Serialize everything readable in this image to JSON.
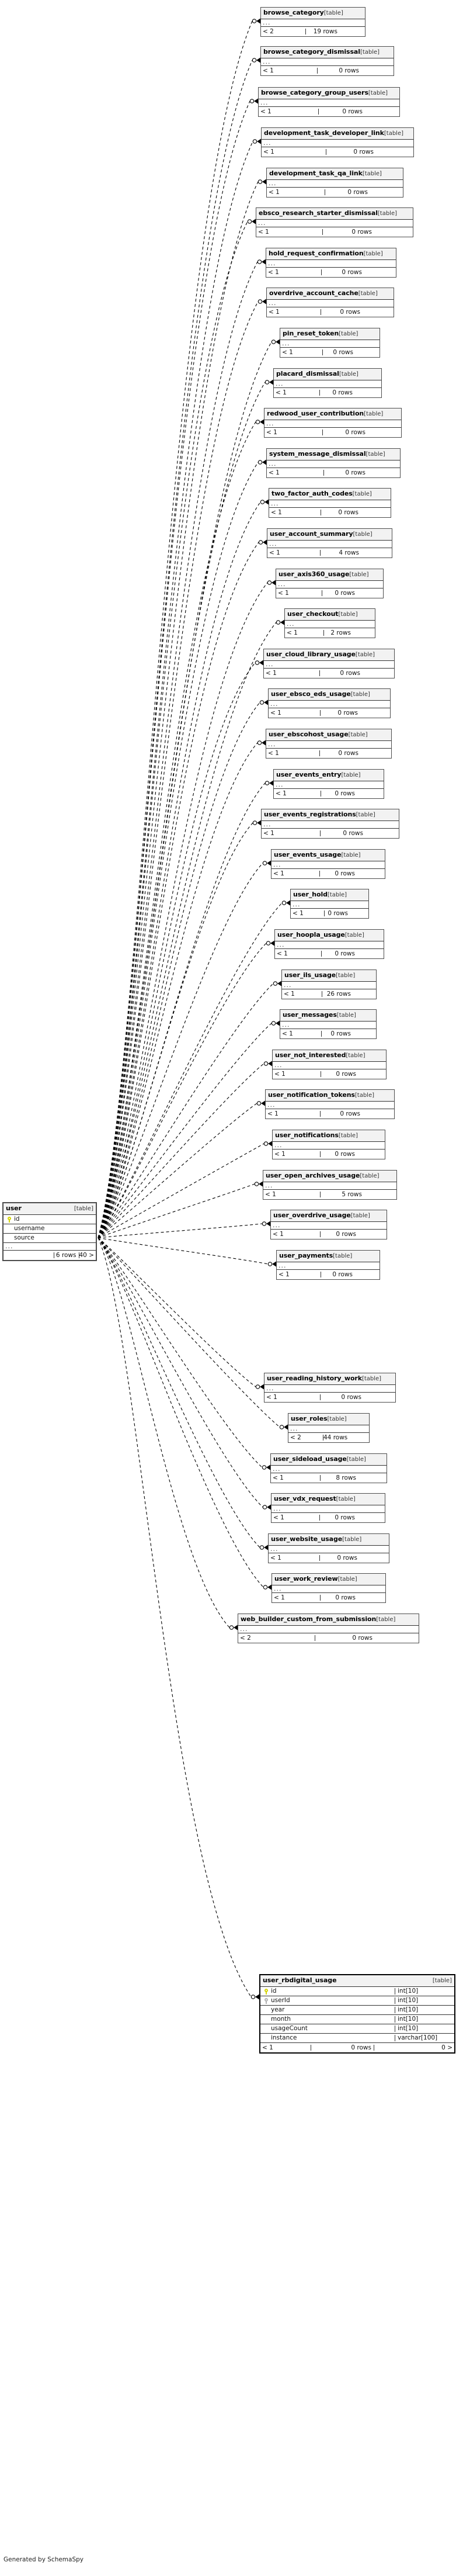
{
  "diagram": {
    "title": "user",
    "generator_note": "Generated by SchemaSpy",
    "type_label": "[table]",
    "ellipsis": "...",
    "rows_suffix": "rows"
  },
  "main_table": {
    "name": "user",
    "type": "[table]",
    "columns": [
      {
        "name": "id",
        "key": "pk"
      },
      {
        "name": "username",
        "key": "none"
      },
      {
        "name": "source",
        "key": "none"
      }
    ],
    "ellipsis": "...",
    "footer": {
      "left": "",
      "middle": "6 rows",
      "right": "40 >"
    }
  },
  "related_tables": [
    {
      "name": "browse_category",
      "type": "[table]",
      "ellipsis": "...",
      "footer": {
        "left": "< 2",
        "middle": "19 rows",
        "right": ""
      }
    },
    {
      "name": "browse_category_dismissal",
      "type": "[table]",
      "ellipsis": "...",
      "footer": {
        "left": "< 1",
        "middle": "0 rows",
        "right": ""
      }
    },
    {
      "name": "browse_category_group_users",
      "type": "[table]",
      "ellipsis": "...",
      "footer": {
        "left": "< 1",
        "middle": "0 rows",
        "right": ""
      }
    },
    {
      "name": "development_task_developer_link",
      "type": "[table]",
      "ellipsis": "...",
      "footer": {
        "left": "< 1",
        "middle": "0 rows",
        "right": ""
      }
    },
    {
      "name": "development_task_qa_link",
      "type": "[table]",
      "ellipsis": "...",
      "footer": {
        "left": "< 1",
        "middle": "0 rows",
        "right": ""
      }
    },
    {
      "name": "ebsco_research_starter_dismissal",
      "type": "[table]",
      "ellipsis": "...",
      "footer": {
        "left": "< 1",
        "middle": "0 rows",
        "right": ""
      }
    },
    {
      "name": "hold_request_confirmation",
      "type": "[table]",
      "ellipsis": "...",
      "footer": {
        "left": "< 1",
        "middle": "0 rows",
        "right": ""
      }
    },
    {
      "name": "overdrive_account_cache",
      "type": "[table]",
      "ellipsis": "...",
      "footer": {
        "left": "< 1",
        "middle": "0 rows",
        "right": ""
      }
    },
    {
      "name": "pin_reset_token",
      "type": "[table]",
      "ellipsis": "...",
      "footer": {
        "left": "< 1",
        "middle": "0 rows",
        "right": ""
      }
    },
    {
      "name": "placard_dismissal",
      "type": "[table]",
      "ellipsis": "...",
      "footer": {
        "left": "< 1",
        "middle": "0 rows",
        "right": ""
      }
    },
    {
      "name": "redwood_user_contribution",
      "type": "[table]",
      "ellipsis": "...",
      "footer": {
        "left": "< 1",
        "middle": "0 rows",
        "right": ""
      }
    },
    {
      "name": "system_message_dismissal",
      "type": "[table]",
      "ellipsis": "...",
      "footer": {
        "left": "< 1",
        "middle": "0 rows",
        "right": ""
      }
    },
    {
      "name": "two_factor_auth_codes",
      "type": "[table]",
      "ellipsis": "...",
      "footer": {
        "left": "< 1",
        "middle": "0 rows",
        "right": ""
      }
    },
    {
      "name": "user_account_summary",
      "type": "[table]",
      "ellipsis": "...",
      "footer": {
        "left": "< 1",
        "middle": "4 rows",
        "right": ""
      }
    },
    {
      "name": "user_axis360_usage",
      "type": "[table]",
      "ellipsis": "...",
      "footer": {
        "left": "< 1",
        "middle": "0 rows",
        "right": ""
      }
    },
    {
      "name": "user_checkout",
      "type": "[table]",
      "ellipsis": "...",
      "footer": {
        "left": "< 1",
        "middle": "2 rows",
        "right": ""
      }
    },
    {
      "name": "user_cloud_library_usage",
      "type": "[table]",
      "ellipsis": "...",
      "footer": {
        "left": "< 1",
        "middle": "0 rows",
        "right": ""
      }
    },
    {
      "name": "user_ebsco_eds_usage",
      "type": "[table]",
      "ellipsis": "...",
      "footer": {
        "left": "< 1",
        "middle": "0 rows",
        "right": ""
      }
    },
    {
      "name": "user_ebscohost_usage",
      "type": "[table]",
      "ellipsis": "...",
      "footer": {
        "left": "< 1",
        "middle": "0 rows",
        "right": ""
      }
    },
    {
      "name": "user_events_entry",
      "type": "[table]",
      "ellipsis": "...",
      "footer": {
        "left": "< 1",
        "middle": "0 rows",
        "right": ""
      }
    },
    {
      "name": "user_events_registrations",
      "type": "[table]",
      "ellipsis": "...",
      "footer": {
        "left": "< 1",
        "middle": "0 rows",
        "right": ""
      }
    },
    {
      "name": "user_events_usage",
      "type": "[table]",
      "ellipsis": "...",
      "footer": {
        "left": "< 1",
        "middle": "0 rows",
        "right": ""
      }
    },
    {
      "name": "user_hold",
      "type": "[table]",
      "ellipsis": "...",
      "footer": {
        "left": "< 1",
        "middle": "0 rows",
        "right": ""
      }
    },
    {
      "name": "user_hoopla_usage",
      "type": "[table]",
      "ellipsis": "...",
      "footer": {
        "left": "< 1",
        "middle": "0 rows",
        "right": ""
      }
    },
    {
      "name": "user_ils_usage",
      "type": "[table]",
      "ellipsis": "...",
      "footer": {
        "left": "< 1",
        "middle": "26 rows",
        "right": ""
      }
    },
    {
      "name": "user_messages",
      "type": "[table]",
      "ellipsis": "...",
      "footer": {
        "left": "< 1",
        "middle": "0 rows",
        "right": ""
      }
    },
    {
      "name": "user_not_interested",
      "type": "[table]",
      "ellipsis": "...",
      "footer": {
        "left": "< 1",
        "middle": "0 rows",
        "right": ""
      }
    },
    {
      "name": "user_notification_tokens",
      "type": "[table]",
      "ellipsis": "...",
      "footer": {
        "left": "< 1",
        "middle": "0 rows",
        "right": ""
      }
    },
    {
      "name": "user_notifications",
      "type": "[table]",
      "ellipsis": "...",
      "footer": {
        "left": "< 1",
        "middle": "0 rows",
        "right": ""
      }
    },
    {
      "name": "user_open_archives_usage",
      "type": "[table]",
      "ellipsis": "...",
      "footer": {
        "left": "< 1",
        "middle": "5 rows",
        "right": ""
      }
    },
    {
      "name": "user_overdrive_usage",
      "type": "[table]",
      "ellipsis": "...",
      "footer": {
        "left": "< 1",
        "middle": "0 rows",
        "right": ""
      }
    },
    {
      "name": "user_payments",
      "type": "[table]",
      "ellipsis": "...",
      "footer": {
        "left": "< 1",
        "middle": "0 rows",
        "right": ""
      }
    },
    {
      "name": "user_reading_history_work",
      "type": "[table]",
      "ellipsis": "...",
      "footer": {
        "left": "< 1",
        "middle": "0 rows",
        "right": ""
      }
    },
    {
      "name": "user_roles",
      "type": "[table]",
      "ellipsis": "...",
      "footer": {
        "left": "< 2",
        "middle": "44 rows",
        "right": ""
      }
    },
    {
      "name": "user_sideload_usage",
      "type": "[table]",
      "ellipsis": "...",
      "footer": {
        "left": "< 1",
        "middle": "8 rows",
        "right": ""
      }
    },
    {
      "name": "user_vdx_request",
      "type": "[table]",
      "ellipsis": "...",
      "footer": {
        "left": "< 1",
        "middle": "0 rows",
        "right": ""
      }
    },
    {
      "name": "user_website_usage",
      "type": "[table]",
      "ellipsis": "...",
      "footer": {
        "left": "< 1",
        "middle": "0 rows",
        "right": ""
      }
    },
    {
      "name": "user_work_review",
      "type": "[table]",
      "ellipsis": "...",
      "footer": {
        "left": "< 1",
        "middle": "0 rows",
        "right": ""
      }
    },
    {
      "name": "web_builder_custom_from_submission",
      "type": "[table]",
      "ellipsis": "...",
      "footer": {
        "left": "< 2",
        "middle": "0 rows",
        "right": ""
      }
    }
  ],
  "detailed_table": {
    "name": "user_rbdigital_usage",
    "type": "[table]",
    "columns": [
      {
        "name": "id",
        "type": "int[10]",
        "key": "pk"
      },
      {
        "name": "userId",
        "type": "int[10]",
        "key": "fk"
      },
      {
        "name": "year",
        "type": "int[10]",
        "key": "none"
      },
      {
        "name": "month",
        "type": "int[10]",
        "key": "none"
      },
      {
        "name": "usageCount",
        "type": "int[10]",
        "key": "none"
      },
      {
        "name": "instance",
        "type": "varchar[100]",
        "key": "none"
      }
    ],
    "footer": {
      "left": "< 1",
      "middle": "0 rows",
      "right": "0 >"
    }
  },
  "colors": {
    "pk_key": "#d4d400",
    "fk_key": "#b3b3b3",
    "header_bg": "#f2f2f2",
    "border": "#4d4d4d",
    "edge": "#000000"
  }
}
